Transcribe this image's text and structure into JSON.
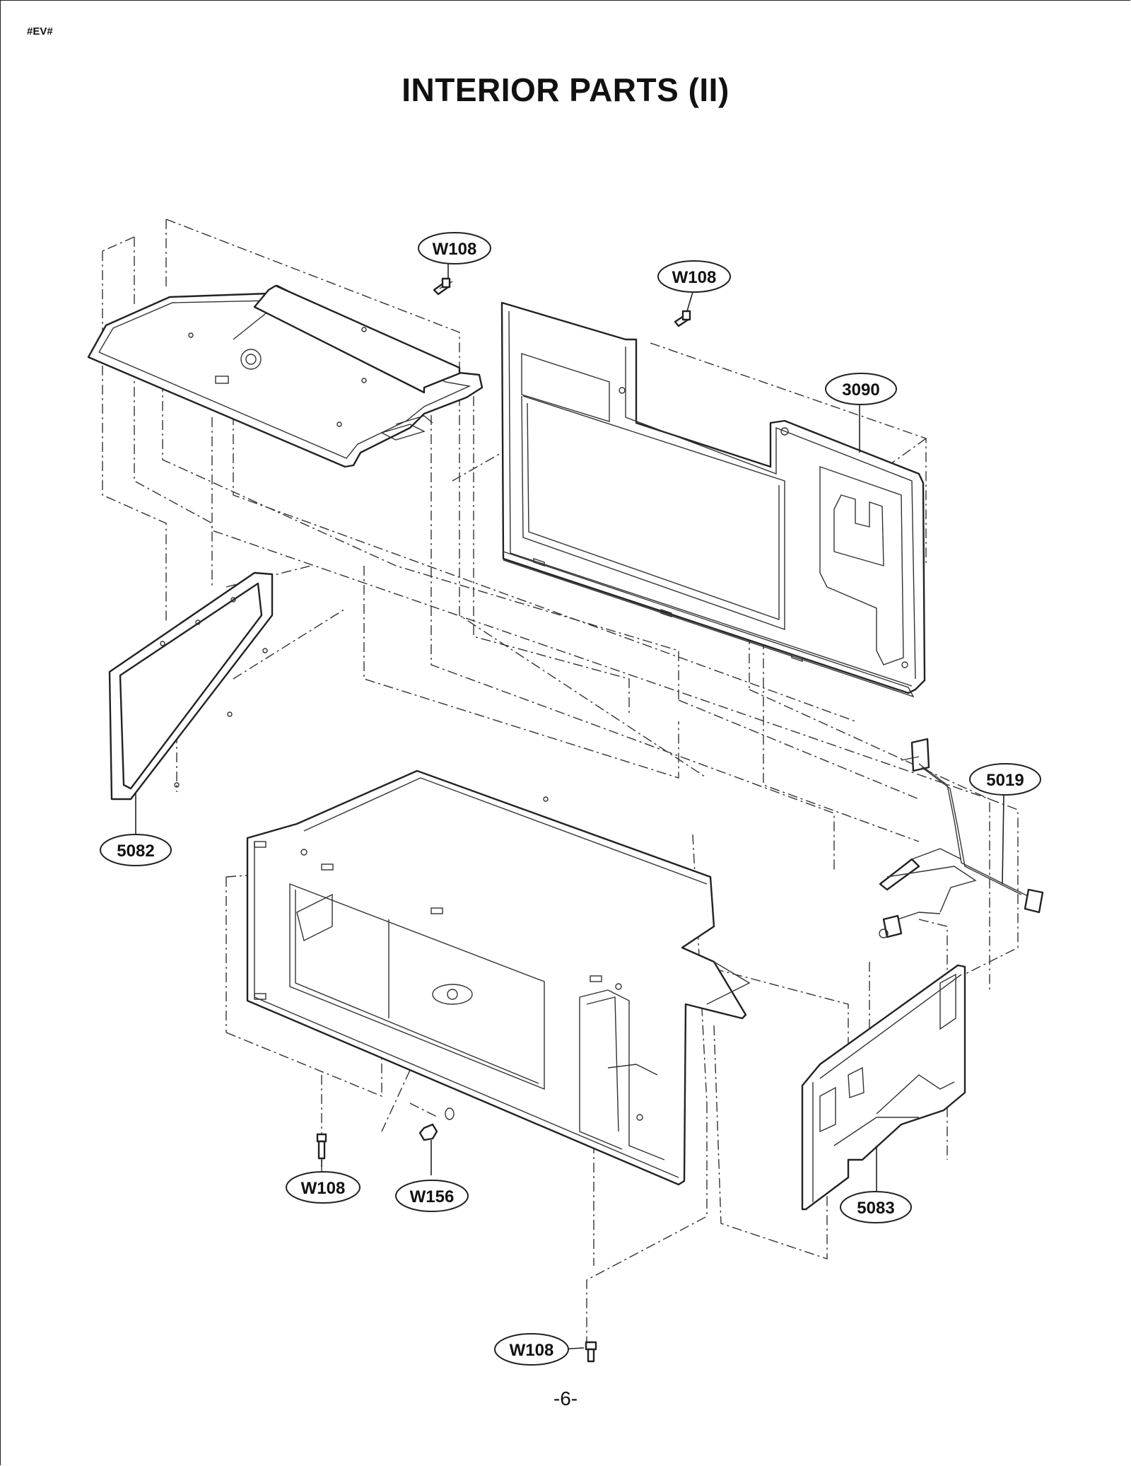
{
  "page": {
    "code": "#EV#",
    "title": "INTERIOR PARTS (II)",
    "page_number": "-6-"
  },
  "callouts": [
    {
      "id": "w108-top-left",
      "label": "W108"
    },
    {
      "id": "w108-top-right",
      "label": "W108"
    },
    {
      "id": "part-3090",
      "label": "3090"
    },
    {
      "id": "part-5019",
      "label": "5019"
    },
    {
      "id": "part-5082",
      "label": "5082"
    },
    {
      "id": "w108-bottom-left",
      "label": "W108"
    },
    {
      "id": "w156",
      "label": "W156"
    },
    {
      "id": "part-5083",
      "label": "5083"
    },
    {
      "id": "w108-bottom",
      "label": "W108"
    }
  ]
}
